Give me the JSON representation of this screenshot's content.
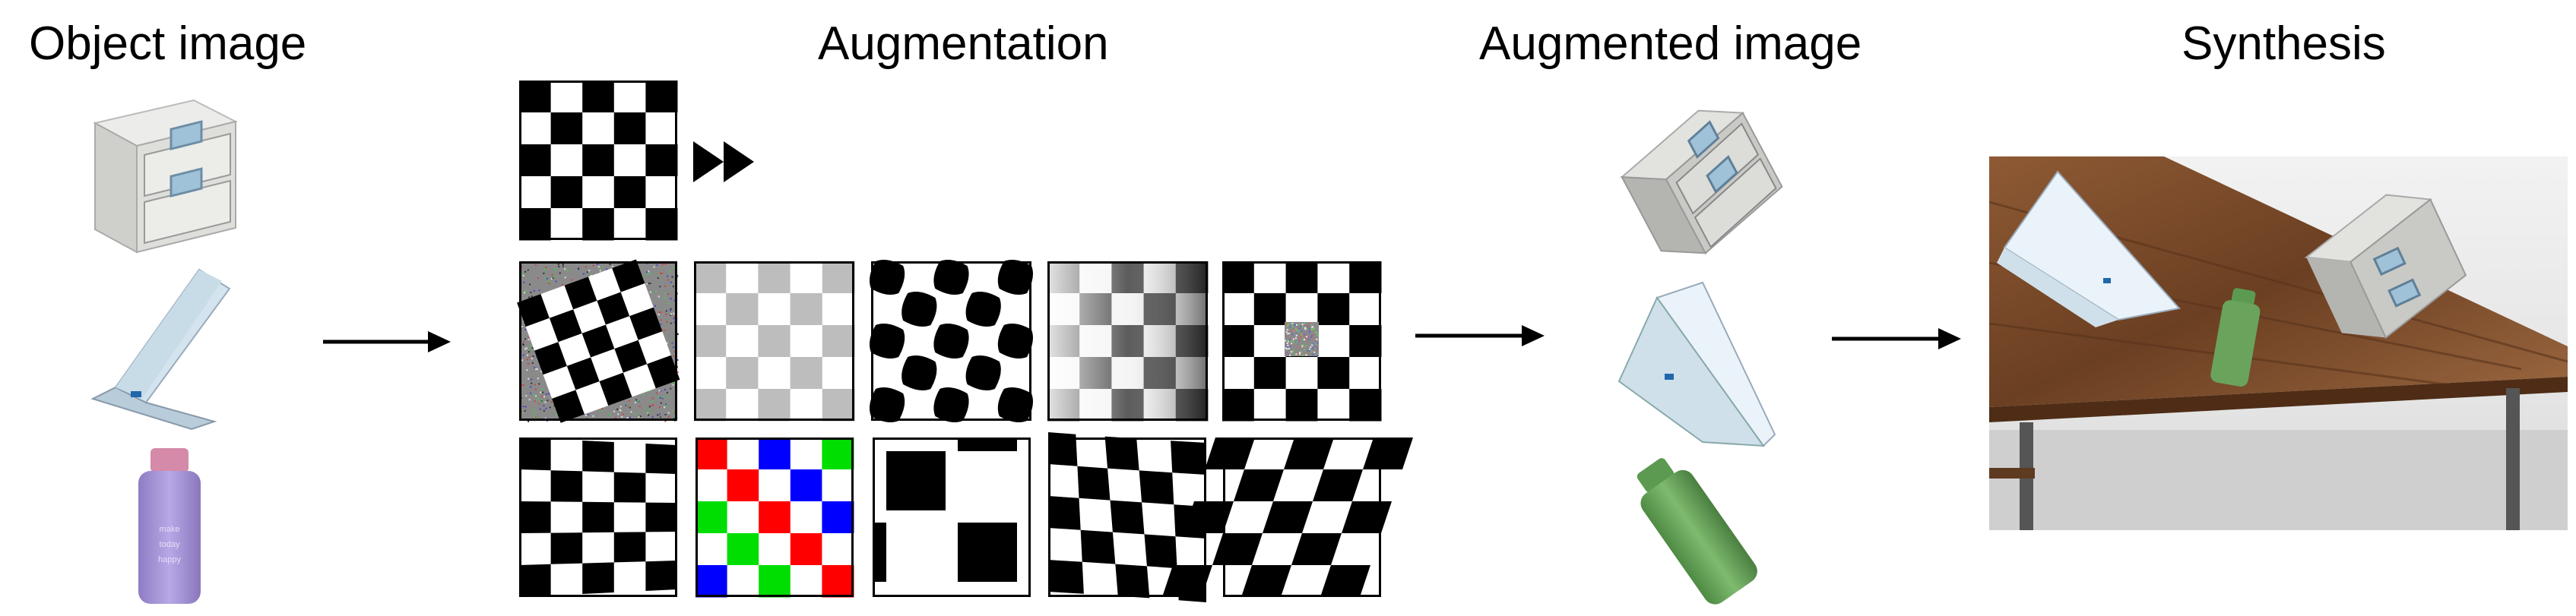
{
  "titles": {
    "object_image": "Object image",
    "augmentation": "Augmentation",
    "augmented_image": "Augmented image",
    "synthesis": "Synthesis"
  },
  "objects": [
    "drawer-cabinet",
    "laptop",
    "bottle"
  ],
  "bottle_label_lines": [
    "make",
    "today",
    "happy"
  ],
  "augmentations": {
    "source": "checkerboard",
    "row1": [
      "rotation-noise",
      "contrast-reduction",
      "elastic-distortion",
      "gradient-shading",
      "random-erasing"
    ],
    "row2": [
      "perspective",
      "color-jitter",
      "scaling",
      "warp",
      "shear"
    ]
  },
  "colors": {
    "checker_dark": "#000000",
    "checker_light": "#ffffff",
    "faded_gray": "#bdbdbd",
    "red": "#ff0000",
    "green": "#00dd00",
    "blue": "#0000ff",
    "arrow": "#000000",
    "cabinet": "#d8d8d4",
    "laptop": "#c8dce8",
    "bottle_purple": "#a28fd2",
    "bottle_green": "#6aa35c",
    "table_wood": "#7a4a28"
  }
}
